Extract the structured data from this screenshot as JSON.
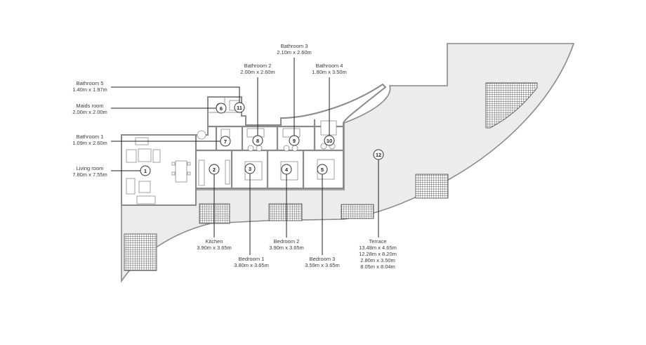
{
  "rooms": [
    {
      "num": "1",
      "name": "Living room",
      "dims": "7.80m x 7.55m"
    },
    {
      "num": "2",
      "name": "Kitchen",
      "dims": "3.90m x 3.65m"
    },
    {
      "num": "3",
      "name": "Bedroom 1",
      "dims": "3.80m x 3.65m"
    },
    {
      "num": "4",
      "name": "Bedroom 2",
      "dims": "3.90m x 3.65m"
    },
    {
      "num": "5",
      "name": "Bedroom 3",
      "dims": "3.59m x 3.65m"
    },
    {
      "num": "6",
      "name": "Maids room",
      "dims": "2.00m x 2.00m"
    },
    {
      "num": "7",
      "name": "Bathroom 1",
      "dims": "1.09m x 2.60m"
    },
    {
      "num": "8",
      "name": "Bathroom 2",
      "dims": "2.00m x 2.60m"
    },
    {
      "num": "9",
      "name": "Bathroom 3",
      "dims": "2.10m x 2.60m"
    },
    {
      "num": "10",
      "name": "Bathroom 4",
      "dims": "1.80m x 3.50m"
    },
    {
      "num": "11",
      "name": "Bathroom 5",
      "dims": "1.40m x 1.97m"
    },
    {
      "num": "12",
      "name": "Terrace",
      "dims": [
        "13.48m x 4.65m",
        "12.28m x 8.20m",
        "2.80m x 3.50m",
        "8.05m x 8.04m"
      ]
    }
  ],
  "colors": {
    "terrace": "#ececec",
    "walls": "#8a8a8a",
    "leader": "#222222",
    "planter_grid": "#555555"
  }
}
